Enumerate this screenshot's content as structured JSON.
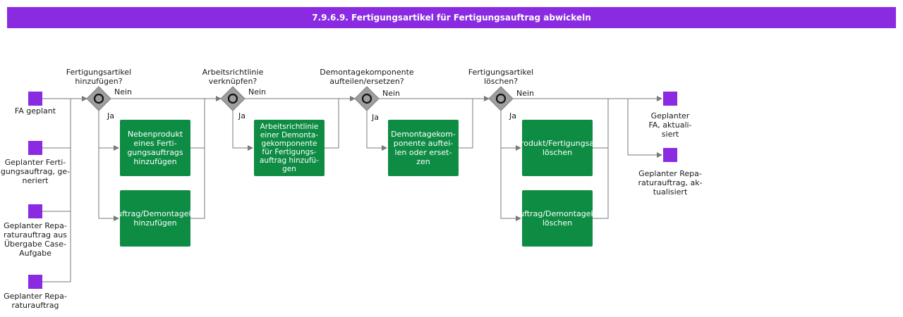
{
  "title": "7.9.6.9. Fertigungsartikel für Fertigungsauftrag abwickeln",
  "colors": {
    "header": "#8a2be2",
    "event": "#8a2be2",
    "task": "#0e8c44",
    "gateway": "#9e9e9e",
    "line": "#7a7a7a"
  },
  "start_events": [
    {
      "label": "FA geplant"
    },
    {
      "label": "Geplanter Ferti-\ngungsauftrag, ge-\nneriert"
    },
    {
      "label": "Geplanter Repa-\nraturauftrag aus\nÜbergabe Case-\nAufgabe"
    },
    {
      "label": "Geplanter Repa-\nraturauftrag"
    }
  ],
  "gateways": [
    {
      "question": "Fertigungsartikel\nhinzufügen?",
      "no": "Nein",
      "yes": "Ja"
    },
    {
      "question": "Arbeitsrichtlinie\nverknüpfen?",
      "no": "Nein",
      "yes": "Ja"
    },
    {
      "question": "Demontagekomponente\naufteilen/ersetzen?",
      "no": "Nein",
      "yes": "Ja"
    },
    {
      "question": "Fertigungsartikel\nlöschen?",
      "no": "Nein",
      "yes": "Ja"
    }
  ],
  "tasks": {
    "nebenprodukt_hinzufuegen": "Nebenprodukt\neines Ferti-\ngungsauftrags\nhinzufügen",
    "demontage_hinzufuegen": "uftrag/Demontagek\nhinzufügen",
    "arbeitsrichtlinie": "Arbeitsrichtlinie\neiner Demonta-\ngekomponente\nfür Fertigungs-\nauftrag hinzufü-\ngen",
    "aufteilen": "Demontagekom-\nponente auftei-\nlen oder erset-\nzen",
    "produkt_loeschen": "rodukt/Fertigungsa\nlöschen",
    "demontage_loeschen": "uftrag/Demontagek\nlöschen"
  },
  "end_events": [
    {
      "label": "Geplanter\nFA, aktuali-\nsiert"
    },
    {
      "label": "Geplanter Repa-\nraturauftrag, ak-\ntualisiert"
    }
  ]
}
